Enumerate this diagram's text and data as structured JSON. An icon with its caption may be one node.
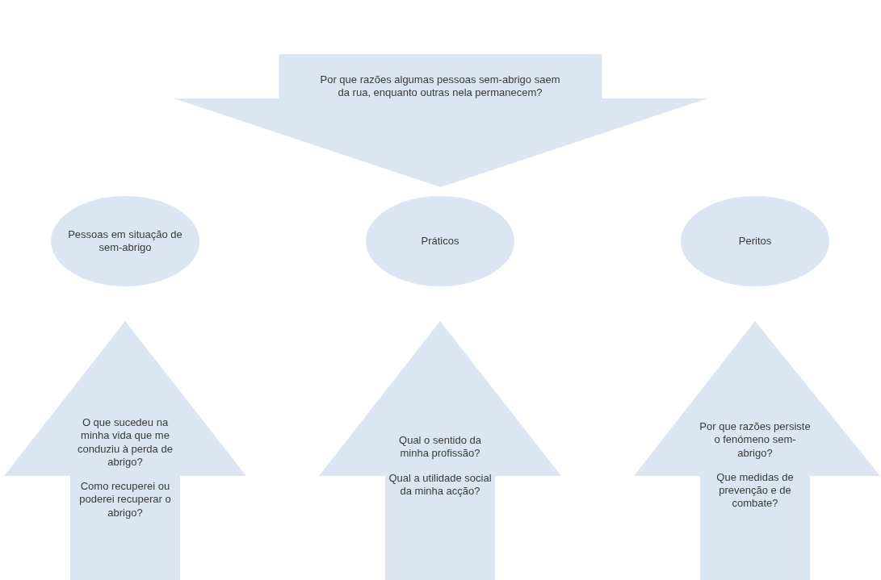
{
  "diagram": {
    "nodes": [
      {
        "text": [
          "Por que razões algumas pessoas sem-abrigo saem da rua, enquanto outras nela permanecem?"
        ]
      },
      {
        "text": [
          "Pessoas em situação de sem-abrigo"
        ]
      },
      {
        "text": [
          "Práticos"
        ]
      },
      {
        "text": [
          "Peritos"
        ]
      },
      {
        "text": [
          "O que sucedeu na minha vida que me conduziu à perda de abrigo?",
          "Como recuperei ou poderei recuperar o abrigo?"
        ]
      },
      {
        "text": [
          "Qual o sentido da minha profissão?",
          "Qual a utilidade social da minha acção?"
        ]
      },
      {
        "text": [
          "Por que razões persiste o fenómeno sem-abrigo?",
          "Que medidas de prevenção e de combate?"
        ]
      }
    ]
  }
}
